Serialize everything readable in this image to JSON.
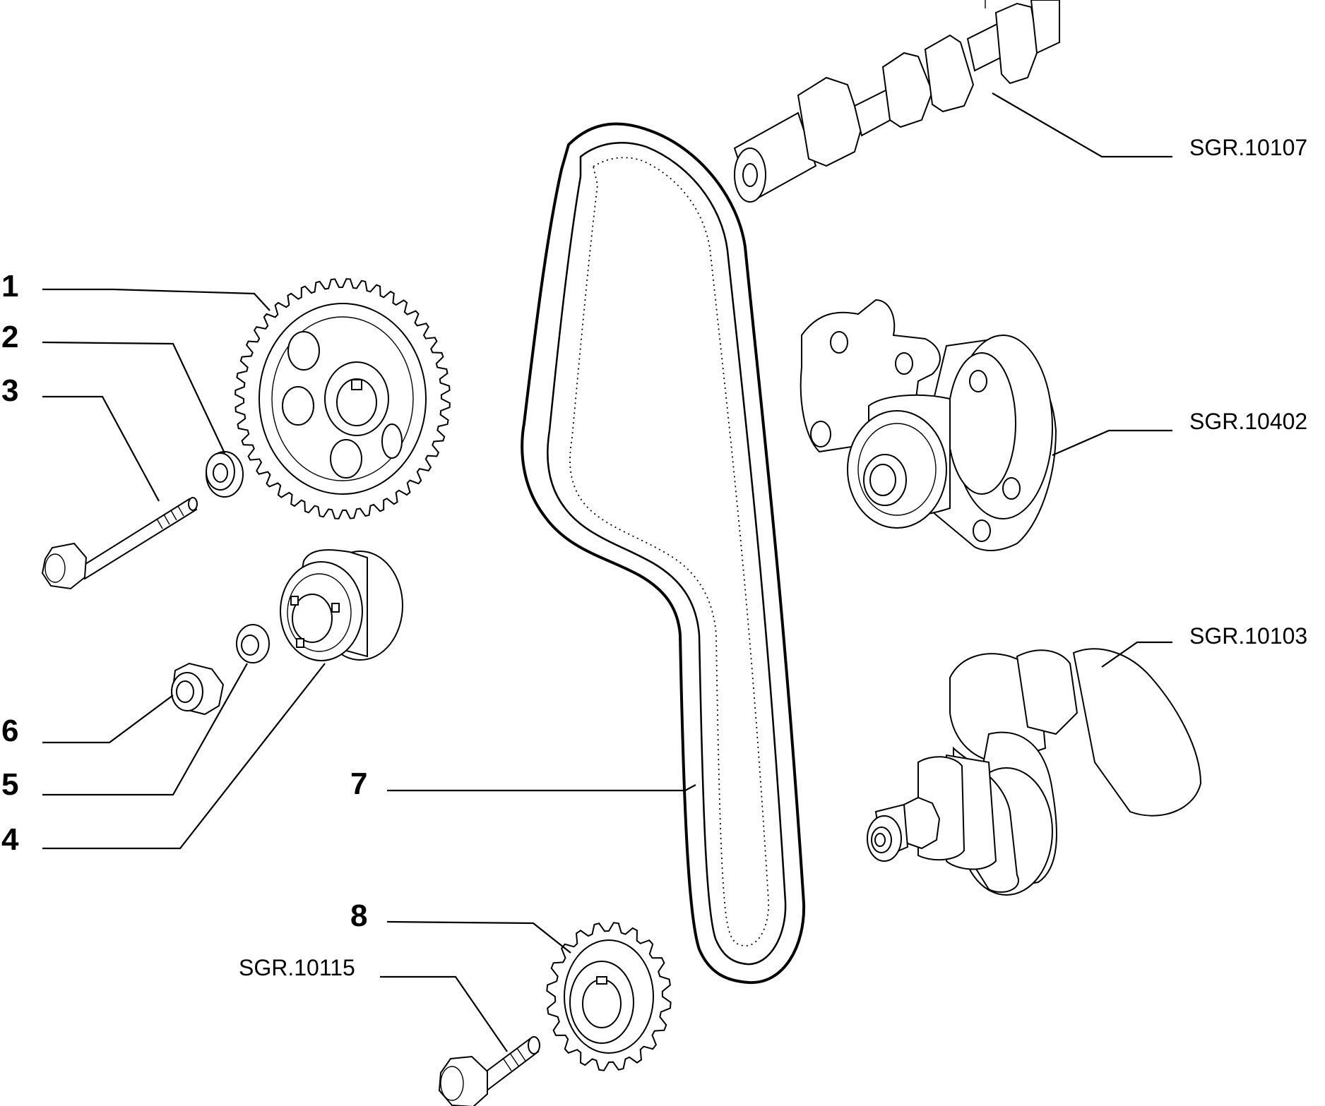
{
  "callouts": {
    "c1": "1",
    "c2": "2",
    "c3": "3",
    "c4": "4",
    "c5": "5",
    "c6": "6",
    "c7": "7",
    "c8": "8"
  },
  "references": {
    "camshaft": "SGR.10107",
    "water_pump": "SGR.10402",
    "crankshaft": "SGR.10103",
    "crank_bolt": "SGR.10115"
  }
}
